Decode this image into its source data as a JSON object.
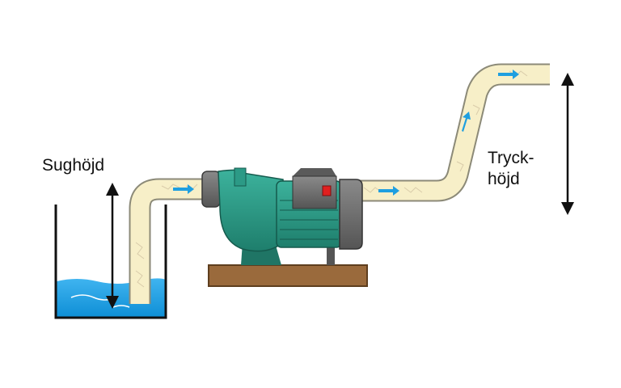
{
  "labels": {
    "suction_height": "Sughöjd",
    "pressure_height_line1": "Tryck-",
    "pressure_height_line2": "höjd"
  },
  "colors": {
    "water": "#1f9fe0",
    "pipe_fill": "#f7efc8",
    "pipe_stroke": "#8c8a78",
    "pump_body": "#2c9a86",
    "pump_dark": "#1f7565",
    "motor_cap": "#6c6c6c",
    "switch": "#e02020",
    "base_board": "#9a6a3c",
    "flow_arrow": "#1f9fe0",
    "dimension_arrow": "#111111"
  },
  "icons": {
    "flow": "flow-arrow-icon",
    "dimension": "double-headed-arrow-icon"
  }
}
